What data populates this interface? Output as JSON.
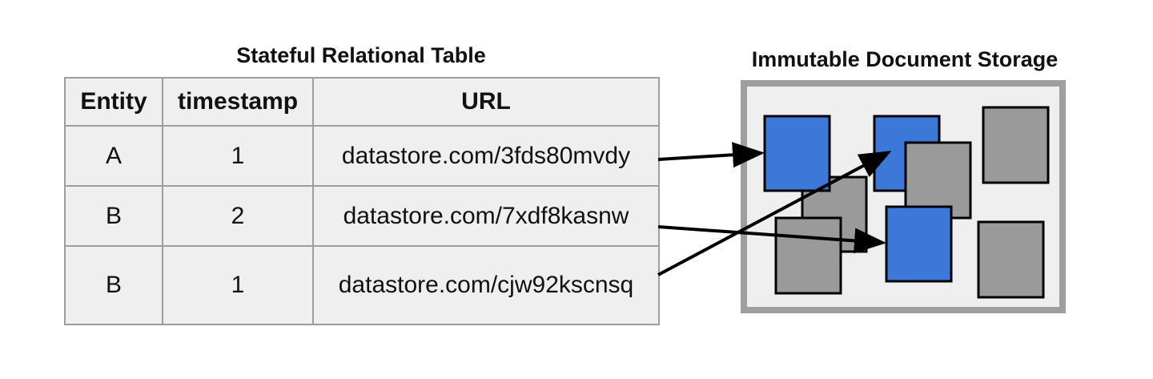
{
  "table": {
    "title": "Stateful Relational Table",
    "headers": [
      "Entity",
      "timestamp",
      "URL"
    ],
    "rows": [
      {
        "entity": "A",
        "timestamp": "1",
        "url": "datastore.com/3fds80mvdy"
      },
      {
        "entity": "B",
        "timestamp": "2",
        "url": "datastore.com/7xdf8kasnw"
      },
      {
        "entity": "B",
        "timestamp": "1",
        "url": "datastore.com/cjw92kscnsq"
      }
    ]
  },
  "storage": {
    "title": "Immutable Document Storage"
  },
  "colors": {
    "document_referenced": "#3b78d8",
    "document_unreferenced": "#9a9a9a",
    "container_border": "#9e9e9e",
    "container_fill": "#efefef",
    "table_fill": "#efefef"
  }
}
